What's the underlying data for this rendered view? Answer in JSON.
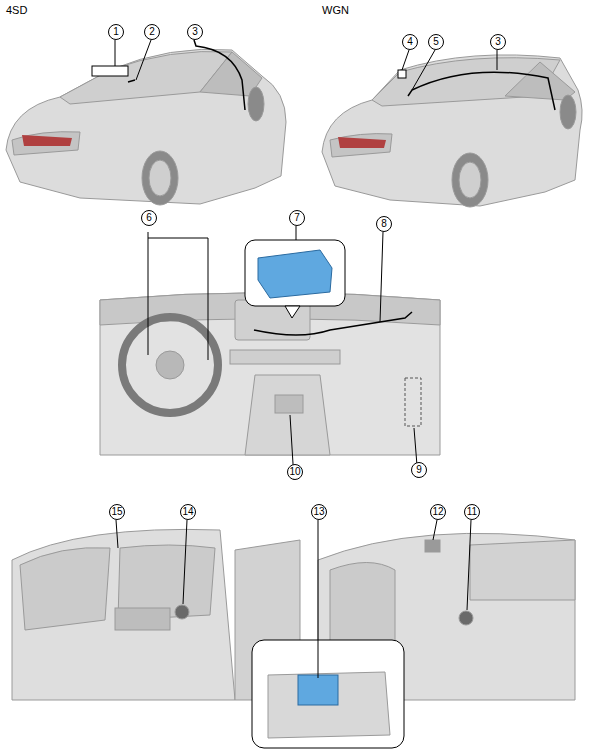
{
  "diagram": {
    "labels": [
      "4SD",
      "WGN",
      "1",
      "2",
      "3",
      "4",
      "5",
      "3",
      "6",
      "7",
      "8",
      "9",
      "10",
      "11",
      "12",
      "13",
      "14",
      "15"
    ]
  }
}
